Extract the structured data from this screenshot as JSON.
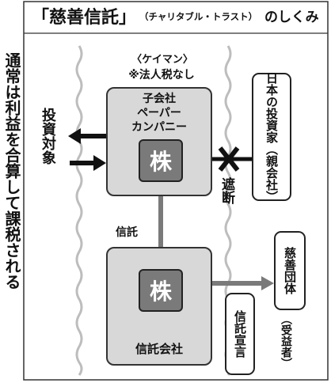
{
  "title": {
    "main": "「慈善信託」",
    "sub": "（チャリタブル・トラスト）",
    "tail": "のしくみ"
  },
  "side_note": "通常は利益を合算して課税される",
  "cayman": {
    "label": "〈ケイマン〉",
    "tax_note": "※法人税なし"
  },
  "subsidiary": {
    "line1": "子会社",
    "line2": "ペーパー",
    "line3": "カンパニー",
    "stock": "株"
  },
  "investment_target": "投資対象",
  "japanese_investor": "日本の投資家（親会社）",
  "cutoff": "遮断",
  "trust_label": "信託",
  "trust_company": {
    "stock": "株",
    "name": "信託会社"
  },
  "trust_declaration": "信託宣言",
  "charity": "慈善団体",
  "beneficiary": "（受益者）",
  "colors": {
    "box_fill": "#d8d8d8",
    "stock_fill": "#7a7a7a",
    "wave_line": "#bdbdbd",
    "arrow_dark": "#111111",
    "arrow_gray": "#7a7a7a"
  }
}
